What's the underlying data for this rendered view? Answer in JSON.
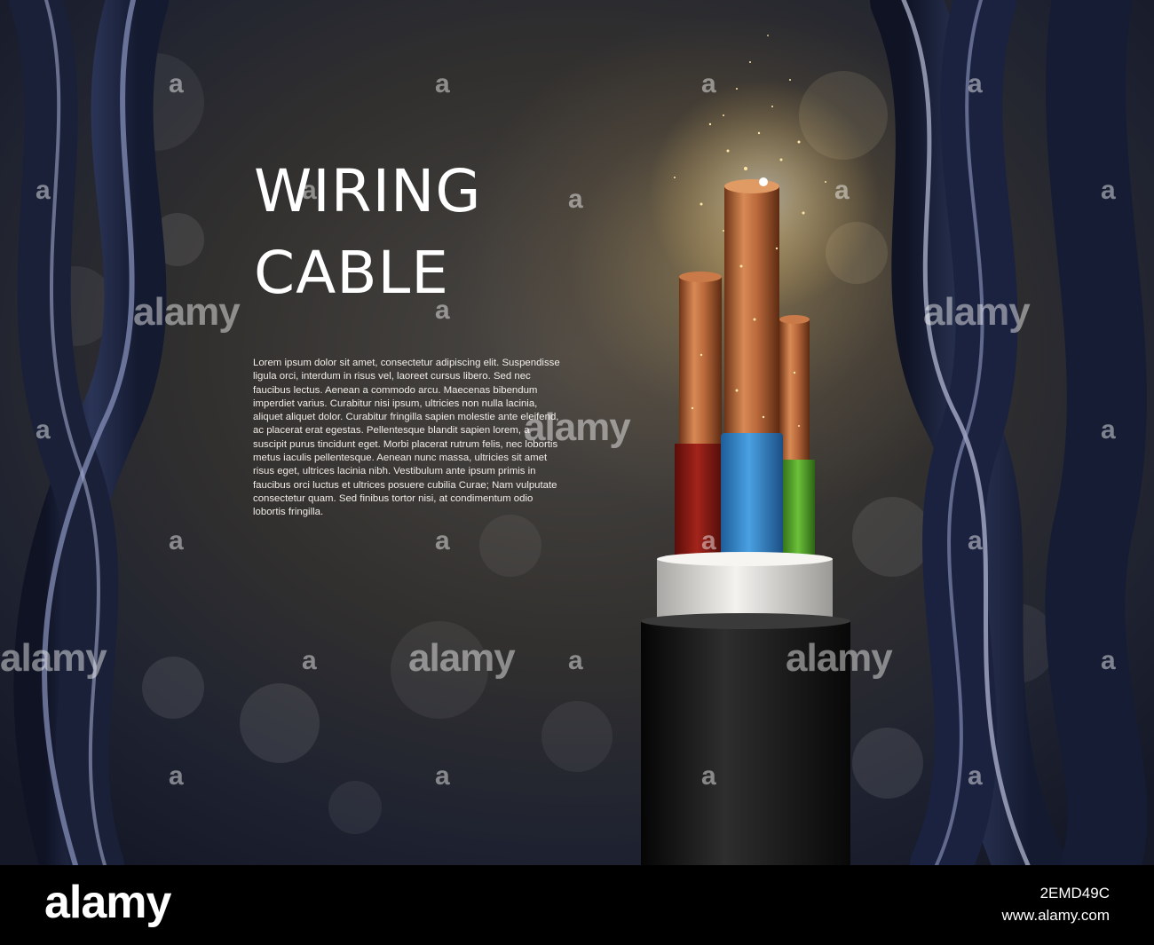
{
  "poster": {
    "title_line1": "WIRING",
    "title_line2": "CABLE",
    "body": "Lorem ipsum dolor sit amet, consectetur adipiscing elit. Suspendisse ligula orci, interdum in risus vel, laoreet cursus libero. Sed nec faucibus lectus. Aenean a commodo arcu. Maecenas bibendum imperdiet varius. Curabitur nisi ipsum, ultricies non nulla lacinia, aliquet aliquet dolor. Curabitur fringilla sapien molestie ante eleifend, ac placerat erat egestas. Pellentesque blandit sapien lorem, a suscipit purus tincidunt eget. Morbi placerat rutrum felis, nec lobortis metus iaculis pellentesque. Aenean nunc massa, ultricies sit amet risus eget, ultrices lacinia nibh. Vestibulum ante ipsum primis in faucibus orci luctus et ultrices posuere cubilia Curae; Nam vulputate consectetur quam. Sed finibus tortor nisi, at condimentum odio lobortis fringilla."
  },
  "watermark": {
    "text": "alamy",
    "letter": "a"
  },
  "footer": {
    "logo": "alamy",
    "image_id": "2EMD49C",
    "site": "www.alamy.com"
  },
  "colors": {
    "background_dark": "#1e2230",
    "copper": "#b8683a",
    "wire_red": "#8c1a14",
    "wire_blue": "#2f7fc4",
    "wire_green": "#4f9e2a",
    "insulation_white": "#e8e6e2",
    "jacket_black": "#141414"
  },
  "icons": [
    "cable-illustration",
    "sparkle-glow",
    "curtain-cable-left",
    "curtain-cable-right"
  ]
}
